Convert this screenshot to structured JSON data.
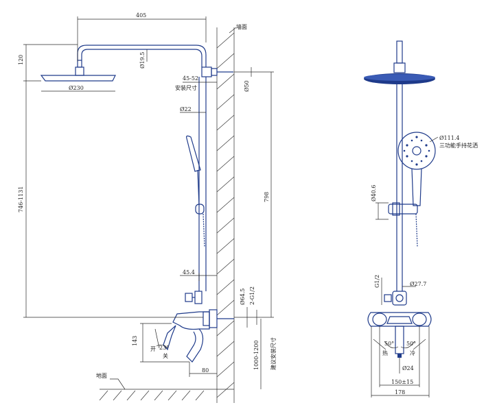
{
  "labels": {
    "wall": "墙面",
    "floor": "地面",
    "install_size": "安装尺寸",
    "install_size_suggested": "建议安装尺寸",
    "open": "开",
    "close": "关",
    "hot": "热",
    "cold": "冷",
    "handshower_note": "三功能手持花洒"
  },
  "dimensions": {
    "arm_width": "405",
    "head_height": "120",
    "head_dia": "Ø230",
    "arm_pipe_dia": "Ø19.5",
    "wall_offset": "45-52",
    "bracket_dia": "Ø50",
    "riser_dia": "Ø22",
    "total_range": "746-1131",
    "riser_length": "798",
    "riser_offset": "45.4",
    "valve_body": "Ø64.5",
    "inlet_thread": "2-G1/2",
    "inlet_thread_b": "2-G1/2",
    "spout_height": "143",
    "handle_angle": "23°",
    "spout_reach": "80",
    "install_height": "1000-1200",
    "handshower_dia": "Ø111.4",
    "slider_dia": "Ø40.6",
    "diverter_thread": "G1/2",
    "diverter_dia": "Ø27.7",
    "angle_left": "50°",
    "angle_right": "50°",
    "spout_dia": "Ø24",
    "center_distance": "150±15",
    "overall_width": "178"
  }
}
